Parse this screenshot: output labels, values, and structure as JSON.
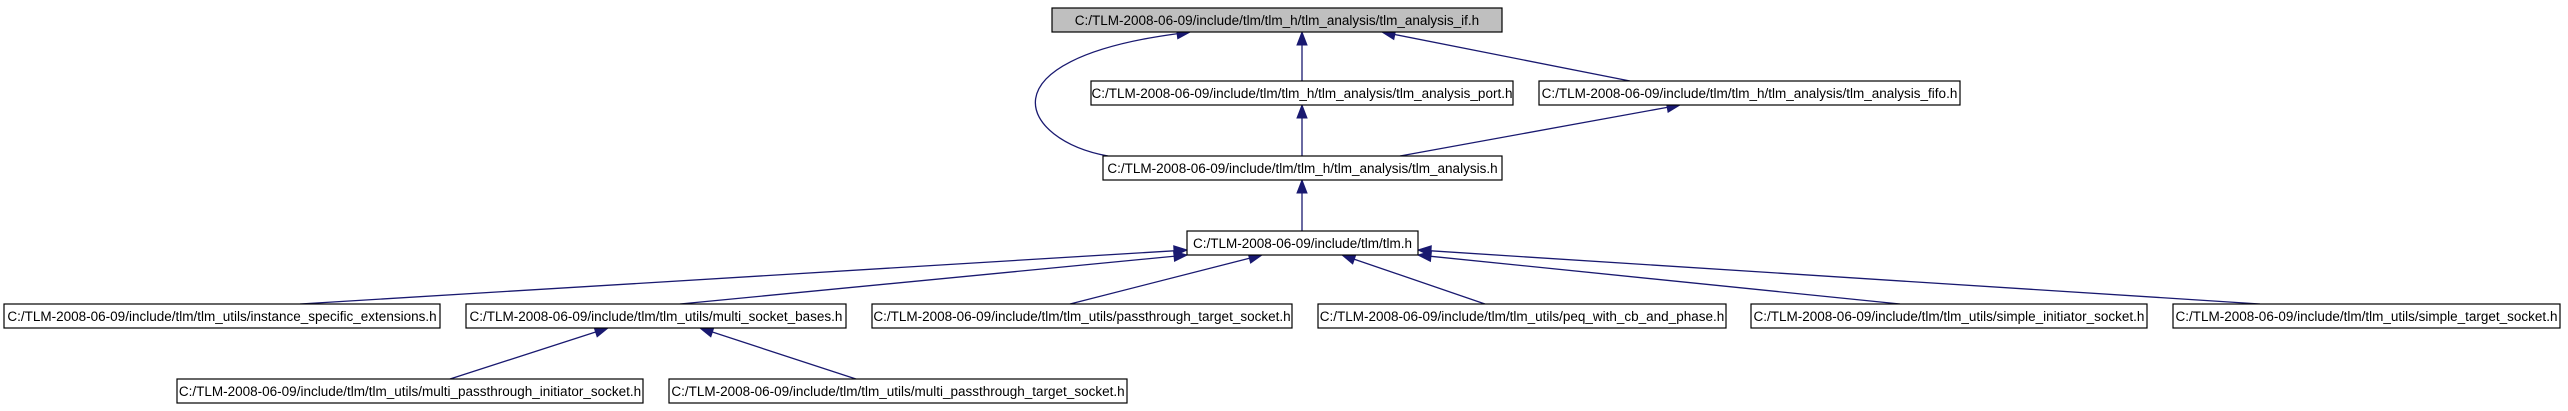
{
  "diagram": {
    "type": "include-dependency-graph",
    "colors": {
      "edge": "#191970",
      "node_border": "#000000",
      "root_fill": "#bfbfbf",
      "node_fill": "#ffffff"
    },
    "nodes": [
      {
        "id": "tlm_analysis_if",
        "label": "C:/TLM-2008-06-09/include/tlm/tlm_h/tlm_analysis/tlm_analysis_if.h",
        "root": true
      },
      {
        "id": "tlm_analysis_port",
        "label": "C:/TLM-2008-06-09/include/tlm/tlm_h/tlm_analysis/tlm_analysis_port.h"
      },
      {
        "id": "tlm_analysis_fifo",
        "label": "C:/TLM-2008-06-09/include/tlm/tlm_h/tlm_analysis/tlm_analysis_fifo.h"
      },
      {
        "id": "tlm_analysis",
        "label": "C:/TLM-2008-06-09/include/tlm/tlm_h/tlm_analysis/tlm_analysis.h"
      },
      {
        "id": "tlm",
        "label": "C:/TLM-2008-06-09/include/tlm/tlm.h"
      },
      {
        "id": "instance_specific_extensions",
        "label": "C:/TLM-2008-06-09/include/tlm/tlm_utils/instance_specific_extensions.h"
      },
      {
        "id": "multi_socket_bases",
        "label": "C:/TLM-2008-06-09/include/tlm/tlm_utils/multi_socket_bases.h"
      },
      {
        "id": "passthrough_target_socket",
        "label": "C:/TLM-2008-06-09/include/tlm/tlm_utils/passthrough_target_socket.h"
      },
      {
        "id": "peq_with_cb_and_phase",
        "label": "C:/TLM-2008-06-09/include/tlm/tlm_utils/peq_with_cb_and_phase.h"
      },
      {
        "id": "simple_initiator_socket",
        "label": "C:/TLM-2008-06-09/include/tlm/tlm_utils/simple_initiator_socket.h"
      },
      {
        "id": "simple_target_socket",
        "label": "C:/TLM-2008-06-09/include/tlm/tlm_utils/simple_target_socket.h"
      },
      {
        "id": "multi_passthrough_initiator_socket",
        "label": "C:/TLM-2008-06-09/include/tlm/tlm_utils/multi_passthrough_initiator_socket.h"
      },
      {
        "id": "multi_passthrough_target_socket",
        "label": "C:/TLM-2008-06-09/include/tlm/tlm_utils/multi_passthrough_target_socket.h"
      }
    ],
    "edges": [
      {
        "from": "tlm_analysis_port",
        "to": "tlm_analysis_if"
      },
      {
        "from": "tlm_analysis_fifo",
        "to": "tlm_analysis_if"
      },
      {
        "from": "tlm_analysis",
        "to": "tlm_analysis_if"
      },
      {
        "from": "tlm_analysis",
        "to": "tlm_analysis_port"
      },
      {
        "from": "tlm_analysis",
        "to": "tlm_analysis_fifo"
      },
      {
        "from": "tlm",
        "to": "tlm_analysis"
      },
      {
        "from": "instance_specific_extensions",
        "to": "tlm"
      },
      {
        "from": "multi_socket_bases",
        "to": "tlm"
      },
      {
        "from": "passthrough_target_socket",
        "to": "tlm"
      },
      {
        "from": "peq_with_cb_and_phase",
        "to": "tlm"
      },
      {
        "from": "simple_initiator_socket",
        "to": "tlm"
      },
      {
        "from": "simple_target_socket",
        "to": "tlm"
      },
      {
        "from": "multi_passthrough_initiator_socket",
        "to": "multi_socket_bases"
      },
      {
        "from": "multi_passthrough_target_socket",
        "to": "multi_socket_bases"
      }
    ]
  }
}
